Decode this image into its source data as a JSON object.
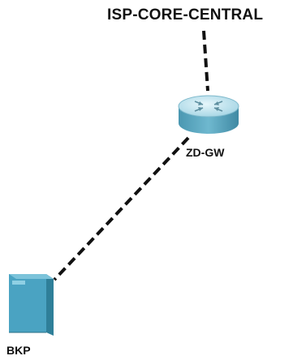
{
  "nodes": {
    "isp": {
      "label": "ISP-CORE-CENTRAL"
    },
    "gateway": {
      "label": "ZD-GW",
      "icon": "router-icon"
    },
    "backup": {
      "label": "BKP",
      "icon": "server-icon"
    }
  },
  "links": [
    {
      "from": "isp",
      "to": "gateway",
      "style": "dashed"
    },
    {
      "from": "gateway",
      "to": "backup",
      "style": "dashed"
    }
  ],
  "colors": {
    "link": "#111111",
    "router_top": "#bfe6f2",
    "router_side": "#5aa8c2",
    "server_front": "#4aa3c2",
    "server_side": "#2f7f99"
  }
}
